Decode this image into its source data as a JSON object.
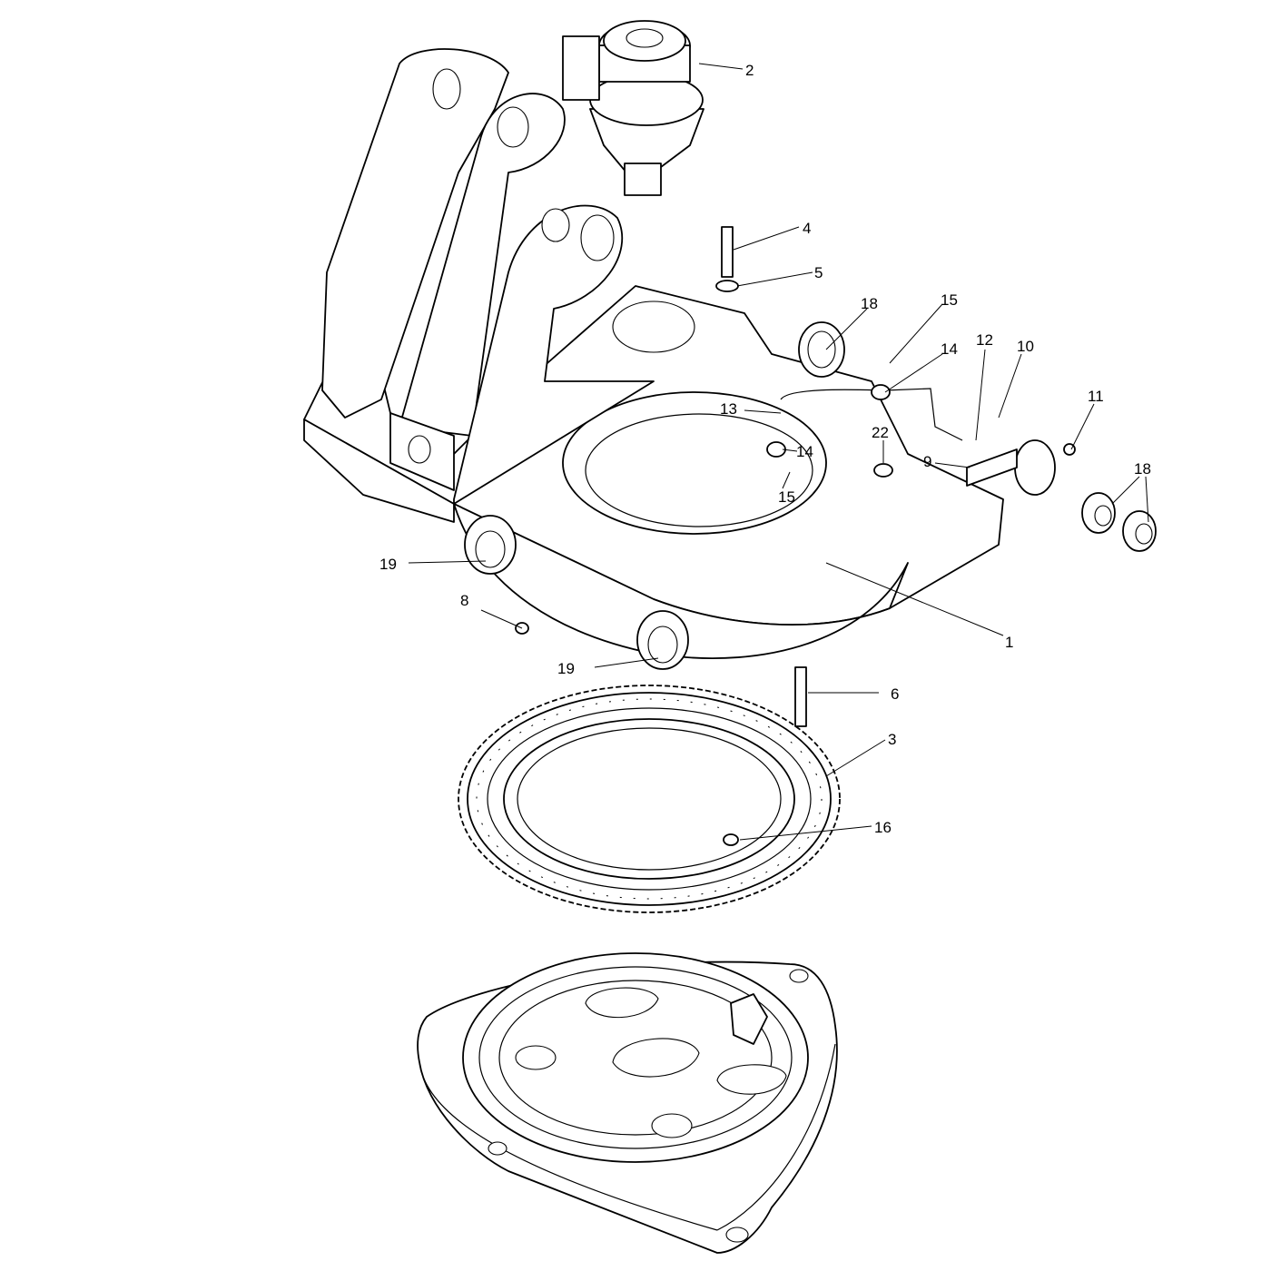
{
  "callouts": {
    "c1": "1",
    "c2": "2",
    "c3": "3",
    "c4": "4",
    "c5": "5",
    "c6": "6",
    "c8": "8",
    "c9": "9",
    "c10": "10",
    "c11": "11",
    "c12": "12",
    "c13": "13",
    "c14a": "14",
    "c14b": "14",
    "c15a": "15",
    "c15b": "15",
    "c16": "16",
    "c18a": "18",
    "c18b": "18",
    "c19a": "19",
    "c19b": "19",
    "c22": "22"
  },
  "colors": {
    "line": "#000000",
    "background": "#ffffff"
  }
}
